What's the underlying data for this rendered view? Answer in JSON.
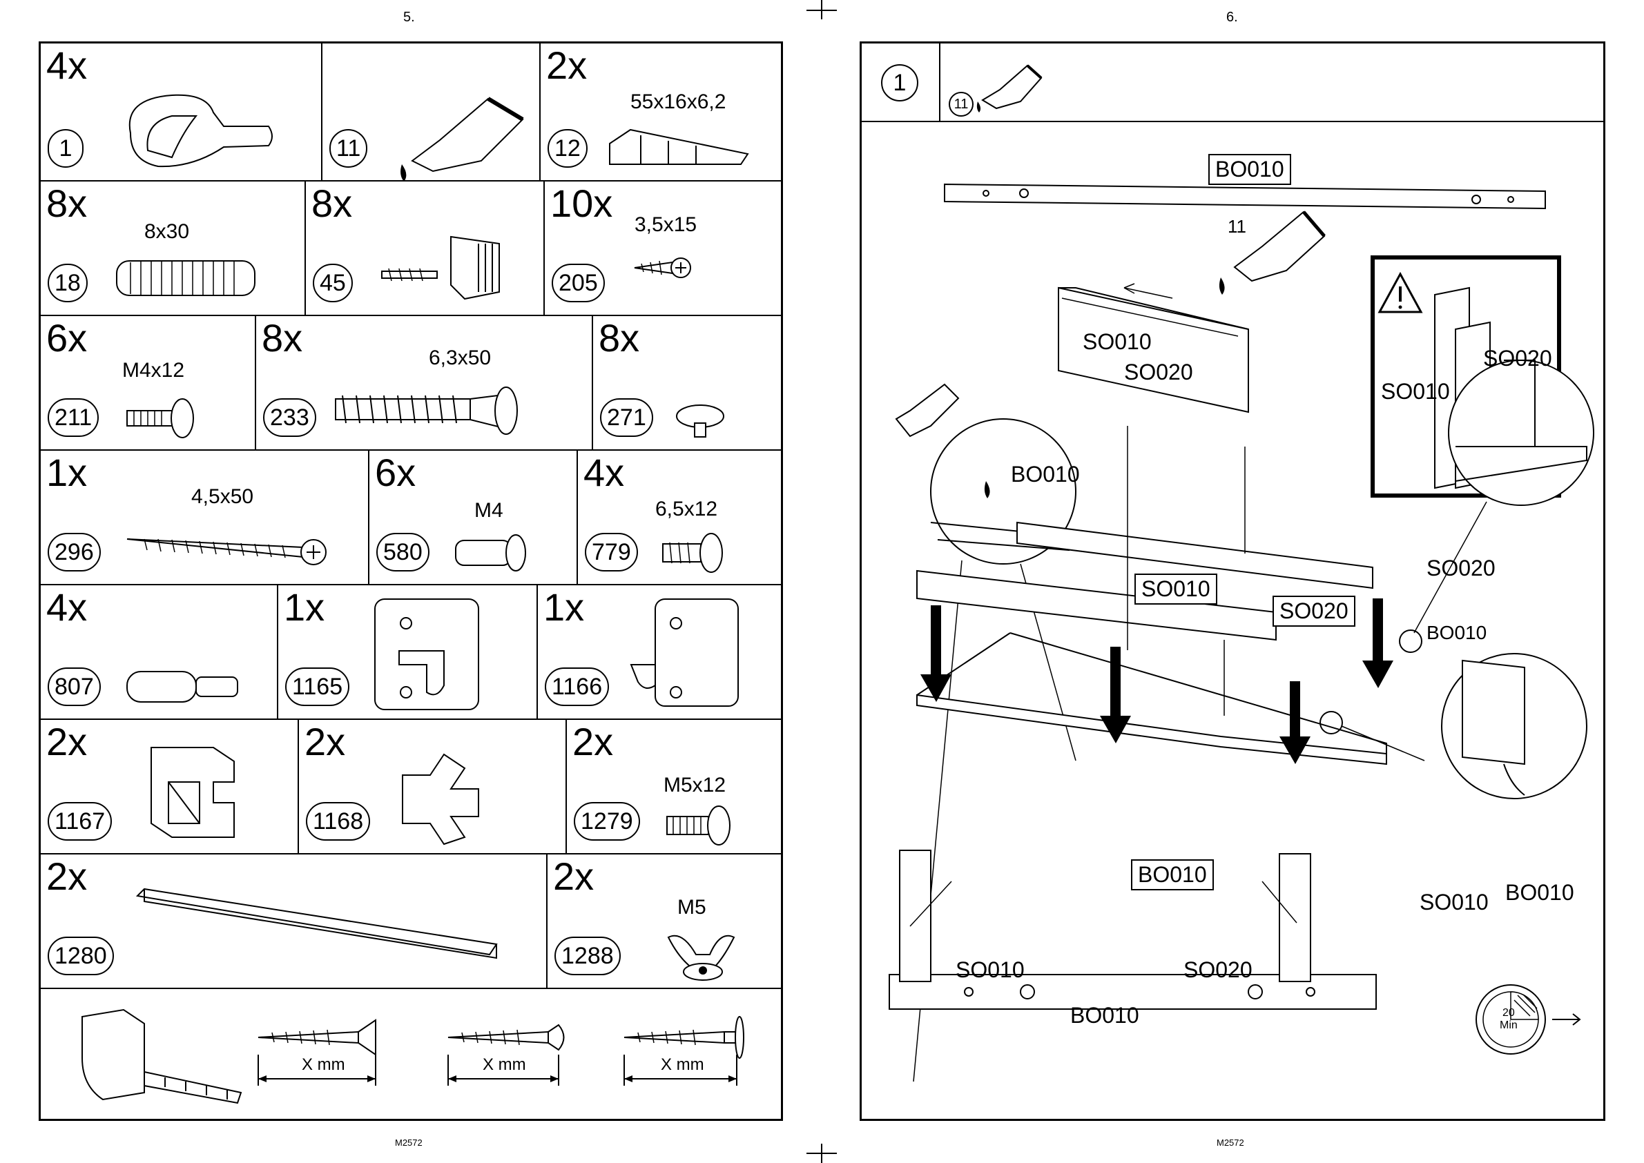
{
  "left_page": {
    "page_number": "5.",
    "footer": "M2572",
    "parts": [
      {
        "qty": "4x",
        "id": "1",
        "size": ""
      },
      {
        "qty": "",
        "id": "11",
        "size": ""
      },
      {
        "qty": "2x",
        "id": "12",
        "size": "55x16x6,2"
      },
      {
        "qty": "8x",
        "id": "18",
        "size": "8x30"
      },
      {
        "qty": "8x",
        "id": "45",
        "size": ""
      },
      {
        "qty": "10x",
        "id": "205",
        "size": "3,5x15"
      },
      {
        "qty": "6x",
        "id": "211",
        "size": "M4x12"
      },
      {
        "qty": "8x",
        "id": "233",
        "size": "6,3x50"
      },
      {
        "qty": "8x",
        "id": "271",
        "size": ""
      },
      {
        "qty": "1x",
        "id": "296",
        "size": "4,5x50"
      },
      {
        "qty": "6x",
        "id": "580",
        "size": "M4"
      },
      {
        "qty": "4x",
        "id": "779",
        "size": "6,5x12"
      },
      {
        "qty": "4x",
        "id": "807",
        "size": ""
      },
      {
        "qty": "1x",
        "id": "1165",
        "size": ""
      },
      {
        "qty": "1x",
        "id": "1166",
        "size": ""
      },
      {
        "qty": "2x",
        "id": "1167",
        "size": ""
      },
      {
        "qty": "2x",
        "id": "1168",
        "size": ""
      },
      {
        "qty": "2x",
        "id": "1279",
        "size": "M5x12"
      },
      {
        "qty": "2x",
        "id": "1280",
        "size": ""
      },
      {
        "qty": "2x",
        "id": "1288",
        "size": "M5"
      }
    ],
    "measure_label": "X mm"
  },
  "right_page": {
    "page_number": "6.",
    "footer": "M2572",
    "step": "1",
    "glue_ref": "11",
    "glue_label": "11",
    "labels": {
      "bo010": "BO010",
      "so010": "SO010",
      "so020": "SO020"
    },
    "timer": {
      "value": "20",
      "unit": "Min"
    }
  }
}
